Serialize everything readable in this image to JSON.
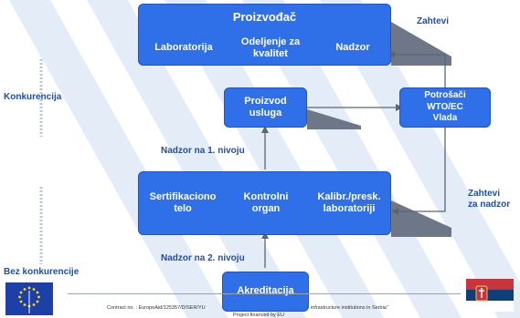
{
  "top_box": {
    "title": "Proizvođač",
    "items": [
      "Laboratorija",
      "Odeljenje za\nkvalitet",
      "Nadzor"
    ]
  },
  "product_box": "Proizvod\nusluga",
  "consumers_box": "Potrošači\nWTO/EC\nVlada",
  "middle_box": {
    "items": [
      "Sertifikaciono\ntelo",
      "Kontrolni\norgan",
      "Kalibr./presk.\nlaboratoriji"
    ]
  },
  "accreditation_box": "Akreditacija",
  "labels": {
    "zahtevi": "Zahtevi",
    "konkurencija": "Konkurencija",
    "nadzor1": "Nadzor na 1. nivoju",
    "zahtevi_nadzor": "Zahtevi\nza nadzor",
    "nadzor2": "Nadzor na 2. nivoju",
    "bez_konkurencije": "Bez konkurencije"
  },
  "footer": {
    "contract": "Contract no. : EuropeAid/125357/D/SER/YU",
    "contract_tail": "infrastructure institutions in Serbia\"",
    "financed": "Project financed by EU"
  },
  "colors": {
    "box": "#2f6fe8",
    "label": "#1f4ea8",
    "shadow": "#6b7280",
    "stripe": "#dfe8f7"
  }
}
